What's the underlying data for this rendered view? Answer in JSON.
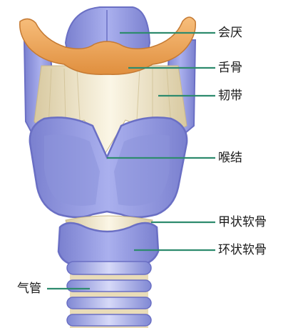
{
  "labels": {
    "epiglottis": "会厌",
    "hyoid": "舌骨",
    "ligament": "韧带",
    "laryngeal_prominence": "喉结",
    "thyroid_cartilage": "甲状软骨",
    "cricoid_cartilage": "环状软骨",
    "trachea": "气管"
  },
  "colors": {
    "cartilage": "#8a90d8",
    "cartilage_light": "#c2c7f2",
    "cartilage_outline": "#6a6fc4",
    "bone": "#f0a55a",
    "bone_dark": "#c57a33",
    "ligament": "#efe6c8",
    "leader_line": "#2e8b6e"
  }
}
